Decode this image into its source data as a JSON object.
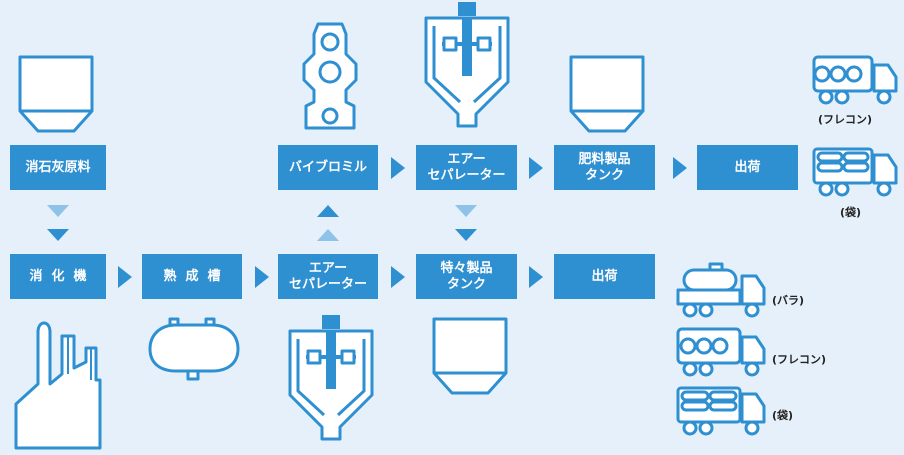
{
  "process": {
    "raw_lime": "消石灰原料",
    "slaker": "消化機",
    "aging_tank": "熟成槽",
    "separator_bottom": "エアー\nセパレーター",
    "special_tank": "特々製品\nタンク",
    "ship_bottom": "出荷",
    "vibro_mill": "バイブロミル",
    "separator_top": "エアー\nセパレーター",
    "fertilizer_tank": "肥料製品\nタンク",
    "ship_top": "出荷"
  },
  "trucks": {
    "top_flecon": "(フレコン)",
    "top_bag": "(袋)",
    "bottom_bulk": "(バラ)",
    "bottom_flecon": "(フレコン)",
    "bottom_bag": "(袋)"
  },
  "colors": {
    "box": "#2e8fd1",
    "arrow": "#2e8fd1",
    "arrow_light": "#8ec2e8",
    "background": "#e6f0fa"
  }
}
